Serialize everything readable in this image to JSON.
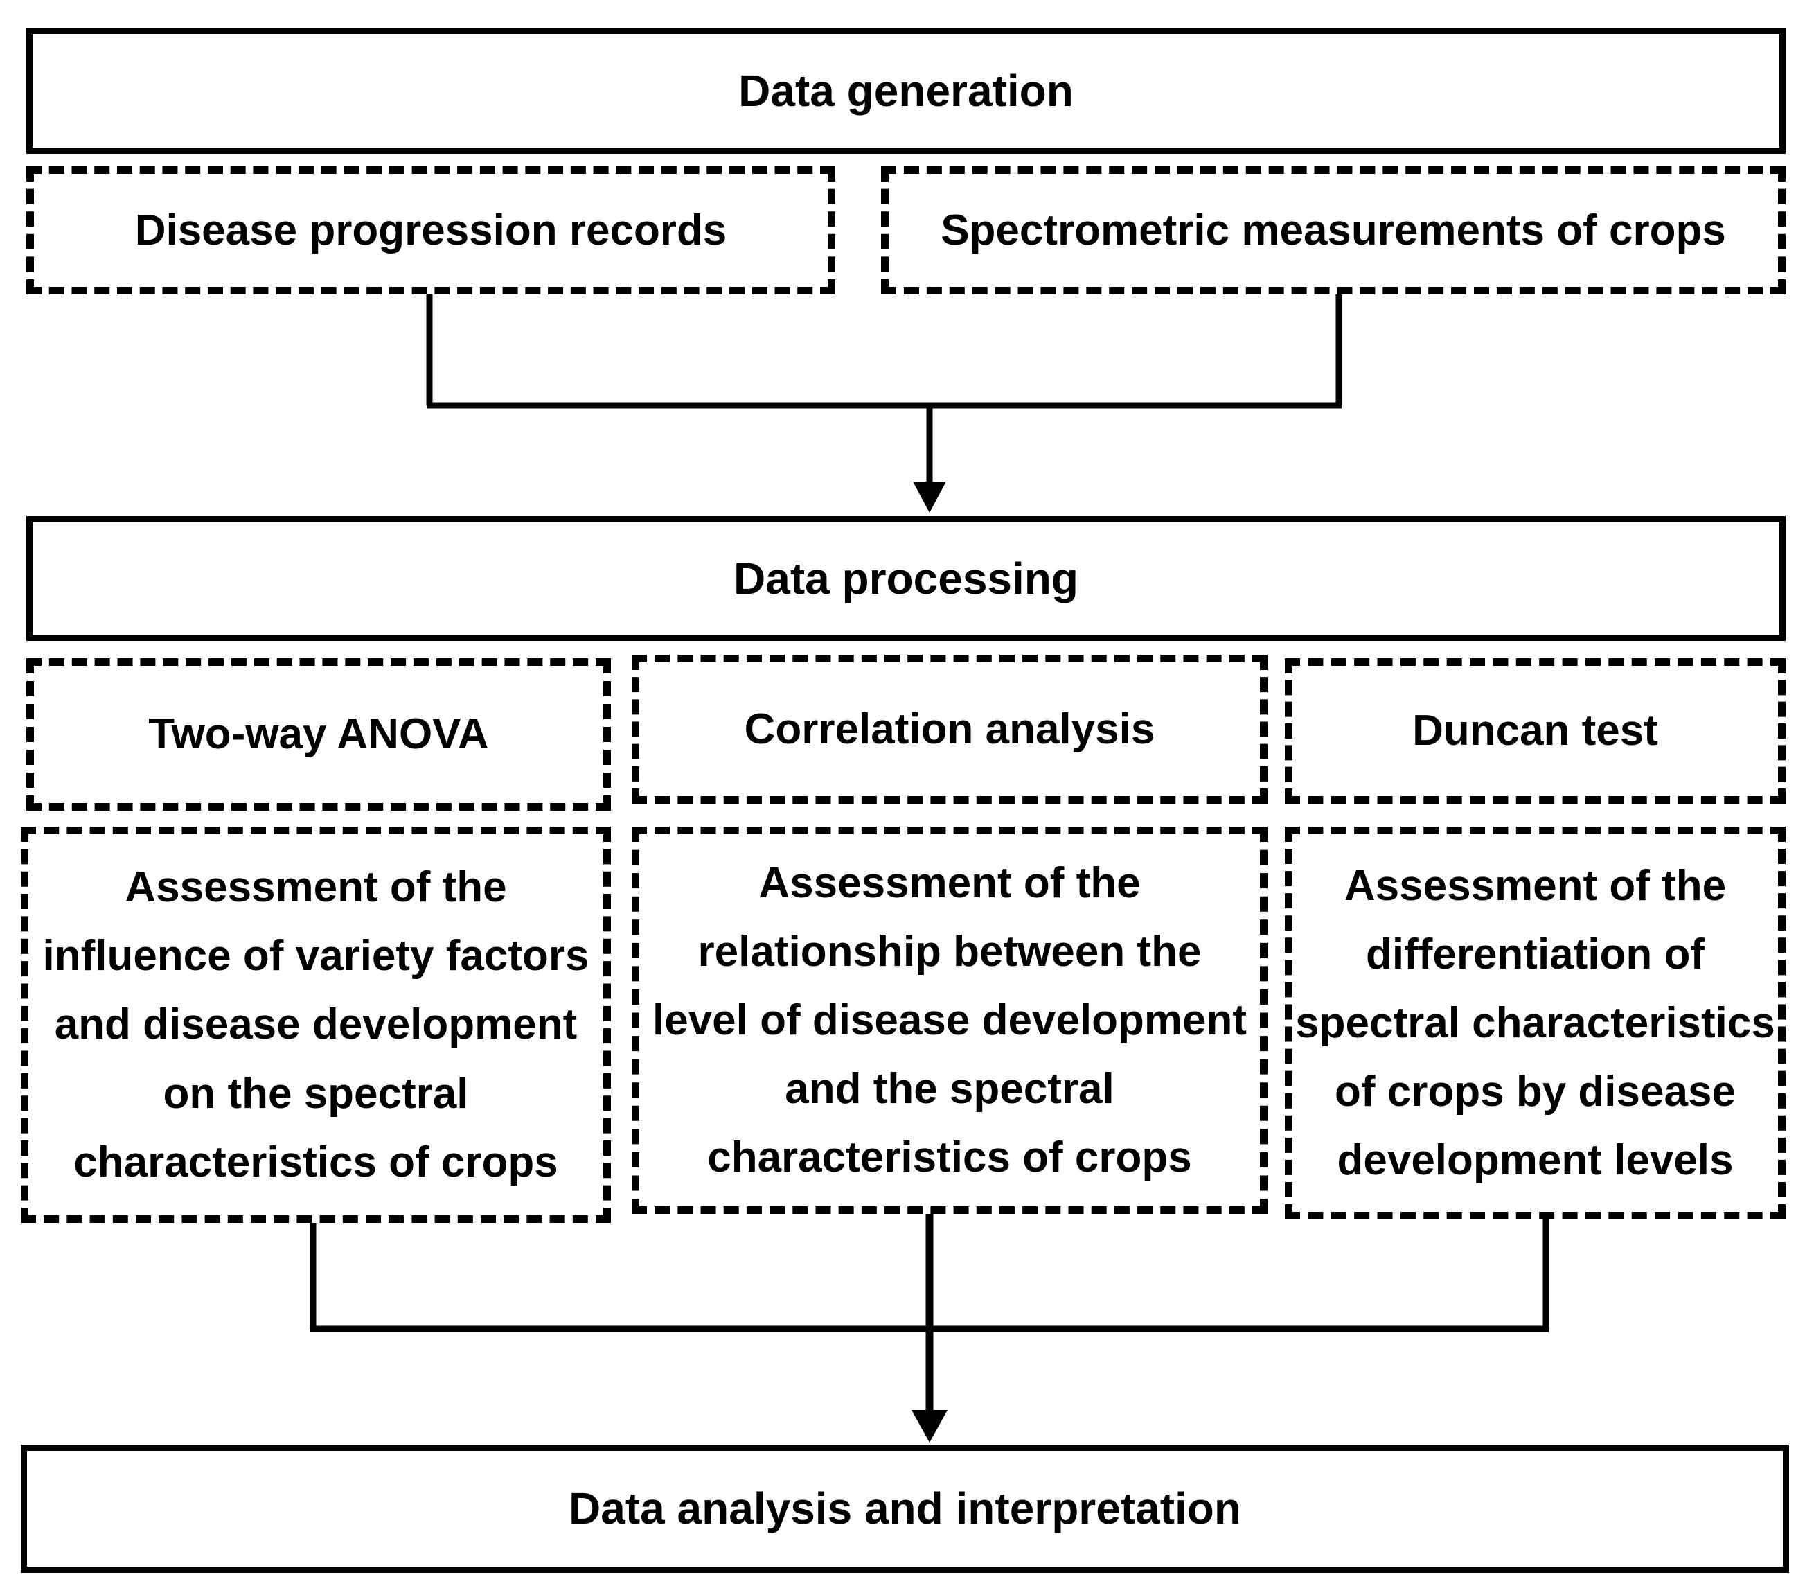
{
  "stages": {
    "generation": "Data generation",
    "processing": "Data processing",
    "analysis": "Data analysis and interpretation"
  },
  "sources": {
    "disease": "Disease progression records",
    "spectrometric": "Spectrometric measurements of crops"
  },
  "methods": {
    "anova": "Two-way ANOVA",
    "correlation": "Correlation analysis",
    "duncan": "Duncan test"
  },
  "assessments": {
    "anova": "Assessment of the\ninfluence of variety factors\nand disease development\non the spectral\ncharacteristics of crops",
    "correlation": "Assessment of the\nrelationship between the\nlevel of disease development\nand the spectral\ncharacteristics of crops",
    "duncan": "Assessment of the\ndifferentiation of\nspectral characteristics\nof crops by disease\ndevelopment levels"
  }
}
